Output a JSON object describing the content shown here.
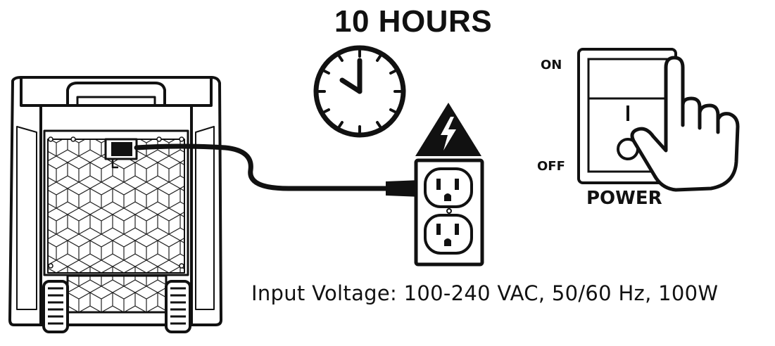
{
  "duration_label": "10 HOURS",
  "switch": {
    "on_label": "ON",
    "off_label": "OFF",
    "power_label": "POWER"
  },
  "voltage_text": "Input Voltage: 100-240 VAC, 50/60 Hz, 100W",
  "icons": [
    "dehumidifier-unit",
    "clock-icon",
    "high-voltage-warning-icon",
    "power-outlet",
    "power-switch",
    "pointing-hand-icon"
  ]
}
